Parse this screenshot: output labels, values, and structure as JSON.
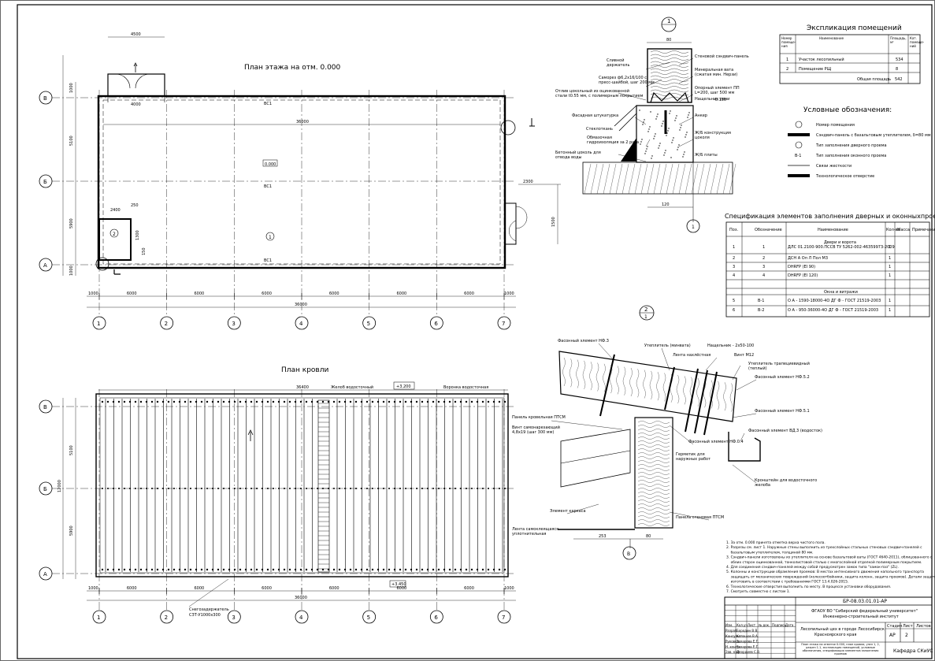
{
  "floor_plan": {
    "title": "План этажа на отм. 0.000",
    "grid_letters": [
      "В",
      "Б",
      "А"
    ],
    "grid_numbers": [
      "1",
      "2",
      "3",
      "4",
      "5",
      "6",
      "7"
    ],
    "spans": [
      "6000",
      "6000",
      "6000",
      "6000",
      "6000",
      "6000"
    ],
    "edge_dims": [
      "1000",
      "1000"
    ],
    "overall_length": "36000",
    "dims_top": [
      "4500",
      "4000"
    ],
    "dims_right": [
      "2300",
      "1500"
    ],
    "dims_left": [
      "5100",
      "5900",
      "1000",
      "1000"
    ],
    "room_tags": [
      "1",
      "2"
    ],
    "marks": [
      "ВС1",
      "ВС1",
      "ВС1"
    ],
    "level_mark": "0.000",
    "small_dims": [
      "2400",
      "250",
      "1300",
      "150"
    ]
  },
  "roof_plan": {
    "title": "План кровли",
    "overall_length": "36400",
    "length2": "36000",
    "spans": [
      "6000",
      "6000",
      "6000",
      "6000",
      "6000",
      "6000"
    ],
    "edge_dims": [
      "1000",
      "1000"
    ],
    "dims_left": [
      "5100",
      "5900",
      "12000"
    ],
    "labels": {
      "gutter": "Желоб водосточный",
      "downpipe": "Воронка водосточная",
      "level": "+3.200",
      "level2": "+3.450",
      "snow_guard": "Снегозадержатель",
      "snow_guard2": "СЗТ-У1000х300"
    }
  },
  "section_1": {
    "marker": "1",
    "dim_top": "80",
    "dim_bottom": "120",
    "callouts": [
      "Стеновой сэндвич-панель",
      "Минеральная вата",
      "(сжатая мин. Нерзи)",
      "Опорный элемент ПП",
      "L=200, шаг 500 мм",
      "Нащельник сини",
      "Анкер",
      "Ж/Б конструкция",
      "цоколя",
      "Ж/Б плиты",
      "Сливной",
      "держатель",
      "Саморез ф6,2х16/100 с",
      "пресс-шайбой, шаг 200 мм",
      "Отлив цокольный из оцинкованной",
      "стали t0.55 мм, с полимерным покрытием",
      "Фасадная штукатурка",
      "Стеклоткань",
      "Обмазочная",
      "гидроизоляция за 2 раза",
      "Бетонный цоколь для",
      "отвода воды",
      "-0.150"
    ],
    "footer_tag": "1"
  },
  "section_2": {
    "marker": "2",
    "sub": "1",
    "callouts": [
      "Фасонный элемент НФ.3",
      "Утеплитель (минвата)",
      "Лента нахлёстная",
      "Нащельник - 2х50-100",
      "Винт М12",
      "Утеплитель трапециевидный",
      "(теплый)",
      "Фасонный элемент НФ.5.2",
      "Фасонный элемент НФ.5.1",
      "Панель кровельная ПТСМ",
      "Винт самонарезающий",
      "4,8х19 (шаг 300 мм)",
      "Фасонный элемент НФ.0.4",
      "Герметик для",
      "наружных работ",
      "Фасонный элемент ВД.3 (водосток)",
      "Кронштейн для водосточного",
      "желоба",
      "Элемент каркаса",
      "Панель стеновая ПТСМ",
      "Лента самоклеящаяся",
      "уплотнительная"
    ],
    "dims": [
      "253",
      "80"
    ],
    "axis": "В"
  },
  "rooms_table": {
    "title": "Экспликация помещений",
    "headers": [
      "Номер помеще-ния",
      "Наименование",
      "Площадь, м²",
      "Кат. помеще-ний"
    ],
    "rows": [
      [
        "1",
        "Участок лесопильный",
        "534",
        ""
      ],
      [
        "2",
        "Помещение РЩ",
        "8",
        ""
      ]
    ],
    "total_label": "Общая площадь",
    "total_value": "542"
  },
  "legend": {
    "title": "Условные обозначения:",
    "items": [
      {
        "symbol": "circle",
        "text": "Номер помещения"
      },
      {
        "symbol": "panel",
        "text": "Сэндвич-панель с базальтовым утеплителем, δ=80 мм"
      },
      {
        "symbol": "circle-num",
        "text": "Тип заполнения дверного проема"
      },
      {
        "symbol": "tag",
        "label": "В-1",
        "text": "Тип заполнения оконного проема"
      },
      {
        "symbol": "line",
        "text": "Связи жесткости"
      },
      {
        "symbol": "thick",
        "text": "Технологическое отверстие"
      }
    ]
  },
  "spec_table": {
    "title": "Спецификация элементов заполнения дверных и оконныхпроемов",
    "headers": [
      "Поз.",
      "Обозначение",
      "Наименование",
      "Кол-во",
      "Масса",
      "Примечание"
    ],
    "group1": "Двери и ворота",
    "rows1": [
      [
        "1",
        "1",
        "ДЛС 01.2100-900.ПССВ ТУ 5262-002-46359973-2009",
        "1",
        "",
        ""
      ],
      [
        "2",
        "2",
        "ДСН А Оп Л Пол М3",
        "1",
        "",
        ""
      ],
      [
        "3",
        "3",
        "DHRFP (EI 90)",
        "1",
        "",
        ""
      ],
      [
        "4",
        "4",
        "DHRFP (EI 120)",
        "1",
        "",
        ""
      ]
    ],
    "group2": "Окна и витражи",
    "rows2": [
      [
        "5",
        "В-1",
        "О А - 1590-18000-4О ДГ Ф - ГОСТ 21519-2003",
        "1",
        "",
        ""
      ],
      [
        "6",
        "В-2",
        "О А - 950-36000-4О ДГ Ф - ГОСТ 21519-2003",
        "1",
        "",
        ""
      ]
    ]
  },
  "notes": [
    "1. За отм. 0.000 принята отметка верха чистого пола.",
    "2. Разрезы см. лист 1. Наружные стены выполнить из трехслойных стальных стеновых сэндвич-панелей с",
    "    базальтовым утеплителем, толщиной 80 мм.",
    "3. Сэндвич-панели изготовлены из утеплителя на основе базальтовой ваты (ГОСТ 4640-2011), облицованного с",
    "    обеих сторон оцинкованной, тонколистовой сталью с многослойной отделкой полимерным покрытием.",
    "4. Для соединения сэндвич-панелей между собой предусмотрен замок типа \"замок-паз\" (ZL).",
    "5. Колонны и конструкции обрамления проемов: В местах интенсивного движения напольного транспорта",
    "    защищать от механических повреждений (колесоотбойники, защита колонн, защита проемов). Детали защиты",
    "    изготовить в соответствии с требованиями ГОСТ 13.4.026-2015.",
    "6. Технологические отверстия выполнить по месту. В процессе установки оборудования.",
    "7. Смотреть совместно с листом 1."
  ],
  "title_block": {
    "code": "БР-08.03.01.01-АР",
    "org1": "ФГАОУ ВО \"Сибирский федеральный университет\"",
    "org2": "Инженерно-строительный институт",
    "project1": "Лесопильный цех в городе Лесосибирск",
    "project2": "Красноярского края",
    "sheet_desc": "План этажа на отметке 0.000, план кровли, узел 1, 2, разрез 1-1, экспликация помещений, условные обозначения, спецификация элементов заполнения проемов",
    "stage_h": "Стадия",
    "sheet_h": "Лист",
    "sheets_h": "Листов",
    "stage": "АР",
    "sheet": "2",
    "sheets": "",
    "dept": "Кафедра СКиУС",
    "col_heads": [
      "Изм.",
      "Кол.уч",
      "Лист",
      "№ док.",
      "Подпись",
      "Дата"
    ],
    "roles": [
      "Разраб.",
      "Консульт.",
      "Руковод.",
      "Н. контр.",
      "Зав. каф."
    ],
    "names": [
      "Бородин В.В.",
      "Калашов В.А.",
      "Захарова Е.Г.",
      "Захарова Е.Г.",
      "Деордиев С.В."
    ]
  }
}
